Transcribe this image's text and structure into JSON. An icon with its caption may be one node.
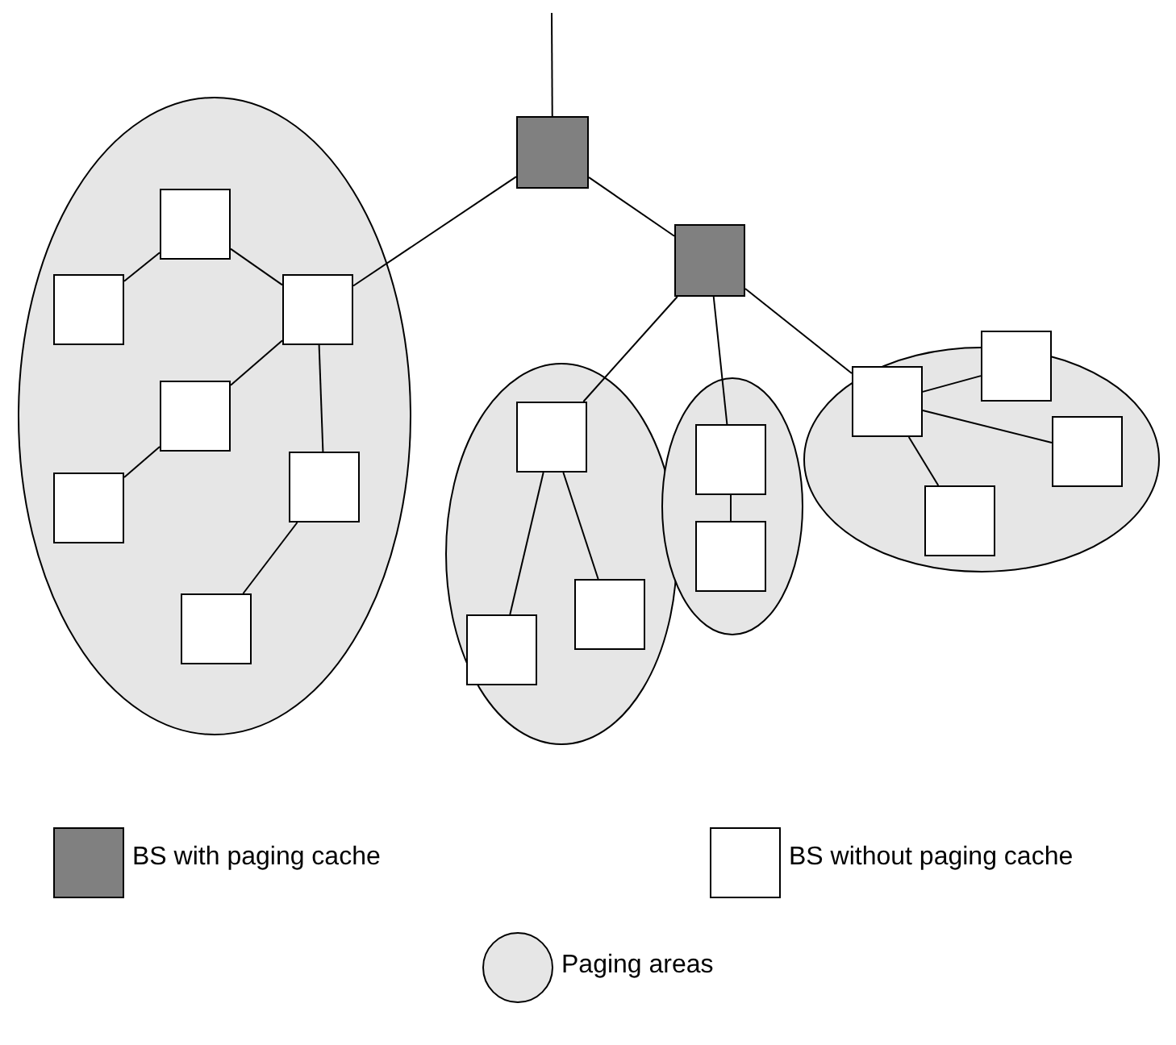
{
  "diagram": {
    "nodes": [
      {
        "text": [],
        "shape": "box"
      },
      {
        "text": [],
        "shape": "box"
      },
      {
        "text": [],
        "shape": "ellipse"
      },
      {
        "text": [],
        "shape": "box",
        "in": 2
      },
      {
        "text": [],
        "shape": "box",
        "in": 2
      },
      {
        "text": [],
        "shape": "box",
        "in": 2
      },
      {
        "text": [],
        "shape": "box",
        "in": 2
      },
      {
        "text": [],
        "shape": "box",
        "in": 2
      },
      {
        "text": [],
        "shape": "box",
        "in": 2
      },
      {
        "text": [],
        "shape": "box",
        "in": 2
      },
      {
        "text": [],
        "shape": "ellipse"
      },
      {
        "text": [],
        "shape": "box",
        "in": 10
      },
      {
        "text": [],
        "shape": "box",
        "in": 10
      },
      {
        "text": [],
        "shape": "box",
        "in": 10
      },
      {
        "text": [],
        "shape": "ellipse"
      },
      {
        "text": [],
        "shape": "box",
        "in": 14
      },
      {
        "text": [],
        "shape": "box",
        "in": 14
      },
      {
        "text": [],
        "shape": "ellipse"
      },
      {
        "text": [],
        "shape": "box",
        "in": 17
      },
      {
        "text": [],
        "shape": "box",
        "in": 17
      },
      {
        "text": [],
        "shape": "box",
        "in": 17
      },
      {
        "text": [],
        "shape": "box",
        "in": 17
      }
    ],
    "edges": [
      {
        "from": null,
        "to": 0,
        "arrow": "none"
      },
      {
        "from": 0,
        "to": 1,
        "arrow": "none"
      },
      {
        "from": 0,
        "to": 5,
        "arrow": "none"
      },
      {
        "from": 3,
        "to": 4,
        "arrow": "none"
      },
      {
        "from": 3,
        "to": 5,
        "arrow": "none"
      },
      {
        "from": 5,
        "to": 6,
        "arrow": "none"
      },
      {
        "from": 6,
        "to": 7,
        "arrow": "none"
      },
      {
        "from": 5,
        "to": 8,
        "arrow": "none"
      },
      {
        "from": 8,
        "to": 9,
        "arrow": "none"
      },
      {
        "from": 1,
        "to": 11,
        "arrow": "none"
      },
      {
        "from": 11,
        "to": 12,
        "arrow": "none"
      },
      {
        "from": 11,
        "to": 13,
        "arrow": "none"
      },
      {
        "from": 1,
        "to": 15,
        "arrow": "none"
      },
      {
        "from": 15,
        "to": 16,
        "arrow": "none"
      },
      {
        "from": 1,
        "to": 18,
        "arrow": "none"
      },
      {
        "from": 18,
        "to": 19,
        "arrow": "none"
      },
      {
        "from": 18,
        "to": 20,
        "arrow": "none"
      },
      {
        "from": 18,
        "to": 21,
        "arrow": "none"
      }
    ],
    "legend": [
      {
        "text": "BS with paging cache",
        "color": "#808080"
      },
      {
        "text": "BS without paging cache",
        "color": "#ffffff"
      },
      {
        "text": "Paging areas"
      }
    ]
  }
}
